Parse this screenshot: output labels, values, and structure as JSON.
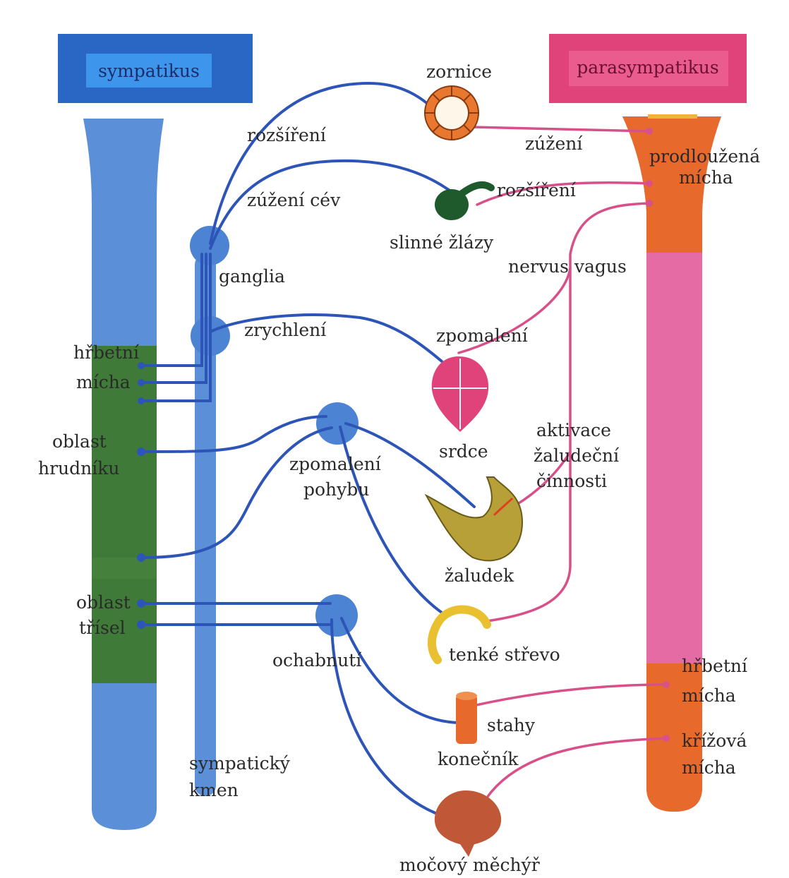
{
  "headers": {
    "sympathetic": "sympatikus",
    "parasympathetic": "parasympatikus"
  },
  "labels": {
    "rozsireni_top": "rozšíření",
    "zornice": "zornice",
    "zuzeni": "zúžení",
    "prodlouzena": "prodloužená",
    "micha_upper": "mícha",
    "zuzeni_cev": "zúžení cév",
    "rozsireni_glands": "rozšíření",
    "slinne_zlazy": "slinné žlázy",
    "nervus_vagus": "nervus vagus",
    "ganglia": "ganglia",
    "zrychleni": "zrychlení",
    "zpomaleni": "zpomalení",
    "hrbetni_left": "hřbetní",
    "micha_left": "mícha",
    "oblast_1": "oblast",
    "hrudniku": "hrudníku",
    "zpomaleni_pohybu_1": "zpomalení",
    "zpomaleni_pohybu_2": "pohybu",
    "srdce": "srdce",
    "aktivace_1": "aktivace",
    "aktivace_2": "žaludeční",
    "aktivace_3": "činnosti",
    "zaludek": "žaludek",
    "oblast_2": "oblast",
    "trisel": "třísel",
    "tenke_strevo": "tenké střevo",
    "ochabnuti": "ochabnutí",
    "hrbetni_right": "hřbetní",
    "micha_right": "mícha",
    "stahy": "stahy",
    "konecnik": "konečník",
    "krizova": "křížová",
    "micha_sacral": "mícha",
    "sympaticky": "sympatický",
    "kmen": "kmen",
    "mocovy": "močový měchýř"
  },
  "colors": {
    "sympathetic_blue": "#5b8fd8",
    "header_blue_dark": "#2a66c4",
    "header_blue_light": "#3b8ee8",
    "thoracic_green": "#3f7a38",
    "para_orange": "#e8692c",
    "para_pink": "#e46ba4",
    "header_pink": "#e0427a",
    "nerve_blue": "#2d55b8",
    "nerve_pink": "#d8508a"
  }
}
